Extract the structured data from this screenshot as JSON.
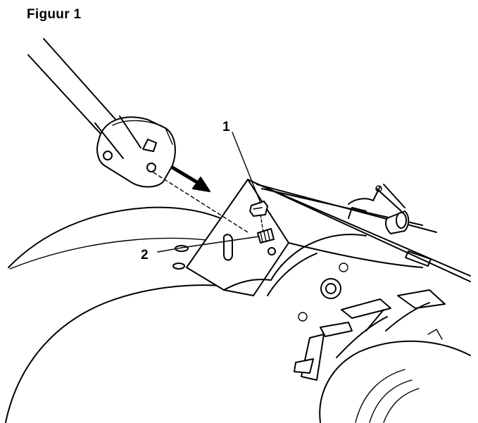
{
  "figure": {
    "title": "Figuur 1",
    "callouts": [
      {
        "id": "1"
      },
      {
        "id": "2"
      }
    ]
  }
}
